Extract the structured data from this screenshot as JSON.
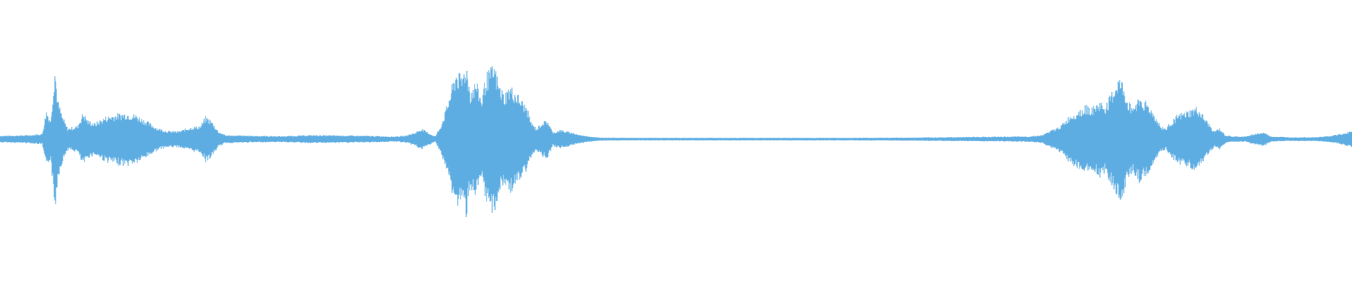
{
  "waveform": {
    "color": "#5dade2",
    "envelope": [
      [
        0,
        0.025
      ],
      [
        40,
        0.03
      ],
      [
        60,
        0.04
      ],
      [
        66,
        0.22
      ],
      [
        72,
        0.14
      ],
      [
        78,
        0.55
      ],
      [
        82,
        0.3
      ],
      [
        88,
        0.18
      ],
      [
        96,
        0.08
      ],
      [
        110,
        0.1
      ],
      [
        118,
        0.2
      ],
      [
        125,
        0.14
      ],
      [
        135,
        0.12
      ],
      [
        150,
        0.17
      ],
      [
        165,
        0.19
      ],
      [
        180,
        0.2
      ],
      [
        195,
        0.18
      ],
      [
        210,
        0.13
      ],
      [
        225,
        0.08
      ],
      [
        240,
        0.06
      ],
      [
        255,
        0.06
      ],
      [
        270,
        0.09
      ],
      [
        285,
        0.1
      ],
      [
        292,
        0.17
      ],
      [
        300,
        0.14
      ],
      [
        310,
        0.06
      ],
      [
        320,
        0.03
      ],
      [
        360,
        0.025
      ],
      [
        400,
        0.022
      ],
      [
        440,
        0.03
      ],
      [
        480,
        0.028
      ],
      [
        520,
        0.025
      ],
      [
        560,
        0.02
      ],
      [
        575,
        0.025
      ],
      [
        590,
        0.05
      ],
      [
        598,
        0.08
      ],
      [
        608,
        0.05
      ],
      [
        618,
        0.02
      ],
      [
        625,
        0.09
      ],
      [
        632,
        0.2
      ],
      [
        640,
        0.36
      ],
      [
        648,
        0.52
      ],
      [
        655,
        0.46
      ],
      [
        662,
        0.58
      ],
      [
        668,
        0.36
      ],
      [
        676,
        0.44
      ],
      [
        684,
        0.3
      ],
      [
        690,
        0.48
      ],
      [
        696,
        0.52
      ],
      [
        702,
        0.56
      ],
      [
        708,
        0.42
      ],
      [
        716,
        0.34
      ],
      [
        724,
        0.4
      ],
      [
        732,
        0.36
      ],
      [
        740,
        0.3
      ],
      [
        748,
        0.24
      ],
      [
        755,
        0.12
      ],
      [
        762,
        0.08
      ],
      [
        770,
        0.13
      ],
      [
        778,
        0.14
      ],
      [
        785,
        0.05
      ],
      [
        795,
        0.07
      ],
      [
        803,
        0.06
      ],
      [
        812,
        0.05
      ],
      [
        825,
        0.03
      ],
      [
        850,
        0.012
      ],
      [
        900,
        0.01
      ],
      [
        1000,
        0.01
      ],
      [
        1100,
        0.01
      ],
      [
        1200,
        0.01
      ],
      [
        1300,
        0.012
      ],
      [
        1400,
        0.018
      ],
      [
        1460,
        0.02
      ],
      [
        1480,
        0.03
      ],
      [
        1490,
        0.06
      ],
      [
        1500,
        0.08
      ],
      [
        1510,
        0.12
      ],
      [
        1520,
        0.18
      ],
      [
        1532,
        0.22
      ],
      [
        1542,
        0.25
      ],
      [
        1552,
        0.24
      ],
      [
        1562,
        0.28
      ],
      [
        1570,
        0.25
      ],
      [
        1580,
        0.36
      ],
      [
        1588,
        0.46
      ],
      [
        1595,
        0.42
      ],
      [
        1602,
        0.28
      ],
      [
        1610,
        0.25
      ],
      [
        1618,
        0.32
      ],
      [
        1628,
        0.28
      ],
      [
        1638,
        0.2
      ],
      [
        1648,
        0.1
      ],
      [
        1656,
        0.08
      ],
      [
        1664,
        0.14
      ],
      [
        1672,
        0.18
      ],
      [
        1682,
        0.2
      ],
      [
        1692,
        0.22
      ],
      [
        1700,
        0.24
      ],
      [
        1708,
        0.18
      ],
      [
        1716,
        0.12
      ],
      [
        1724,
        0.06
      ],
      [
        1732,
        0.08
      ],
      [
        1740,
        0.03
      ],
      [
        1750,
        0.02
      ],
      [
        1770,
        0.02
      ],
      [
        1780,
        0.04
      ],
      [
        1795,
        0.05
      ],
      [
        1805,
        0.02
      ],
      [
        1830,
        0.015
      ],
      [
        1870,
        0.015
      ],
      [
        1890,
        0.025
      ],
      [
        1905,
        0.04
      ],
      [
        1920,
        0.06
      ]
    ]
  }
}
